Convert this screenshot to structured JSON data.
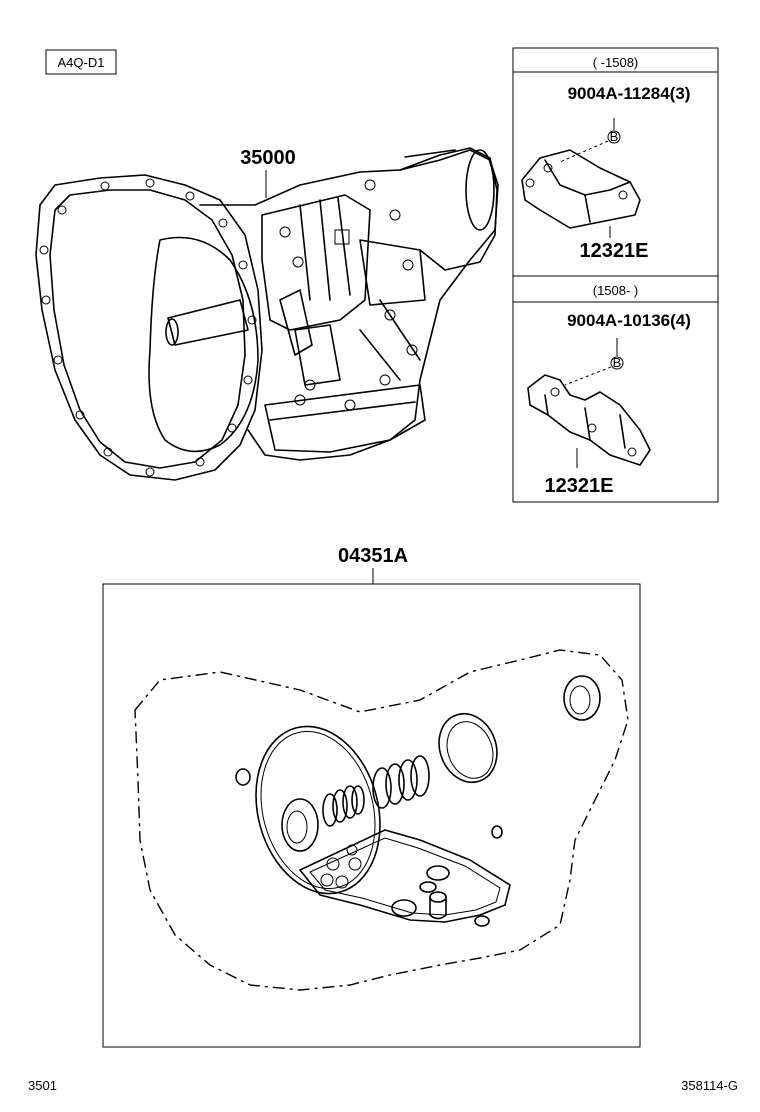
{
  "code_box": "A4Q-D1",
  "assembly_label": "35000",
  "kit_label": "04351A",
  "inset_top": {
    "range": "(      -1508)",
    "bolt_label": "9004A-11284(3)",
    "bolt_marker": "B",
    "part_label": "12321E"
  },
  "inset_bottom": {
    "range": "(1508-      )",
    "bolt_label": "9004A-10136(4)",
    "bolt_marker": "B",
    "part_label": "12321E"
  },
  "footer_left": "3501",
  "footer_right": "358114-G"
}
